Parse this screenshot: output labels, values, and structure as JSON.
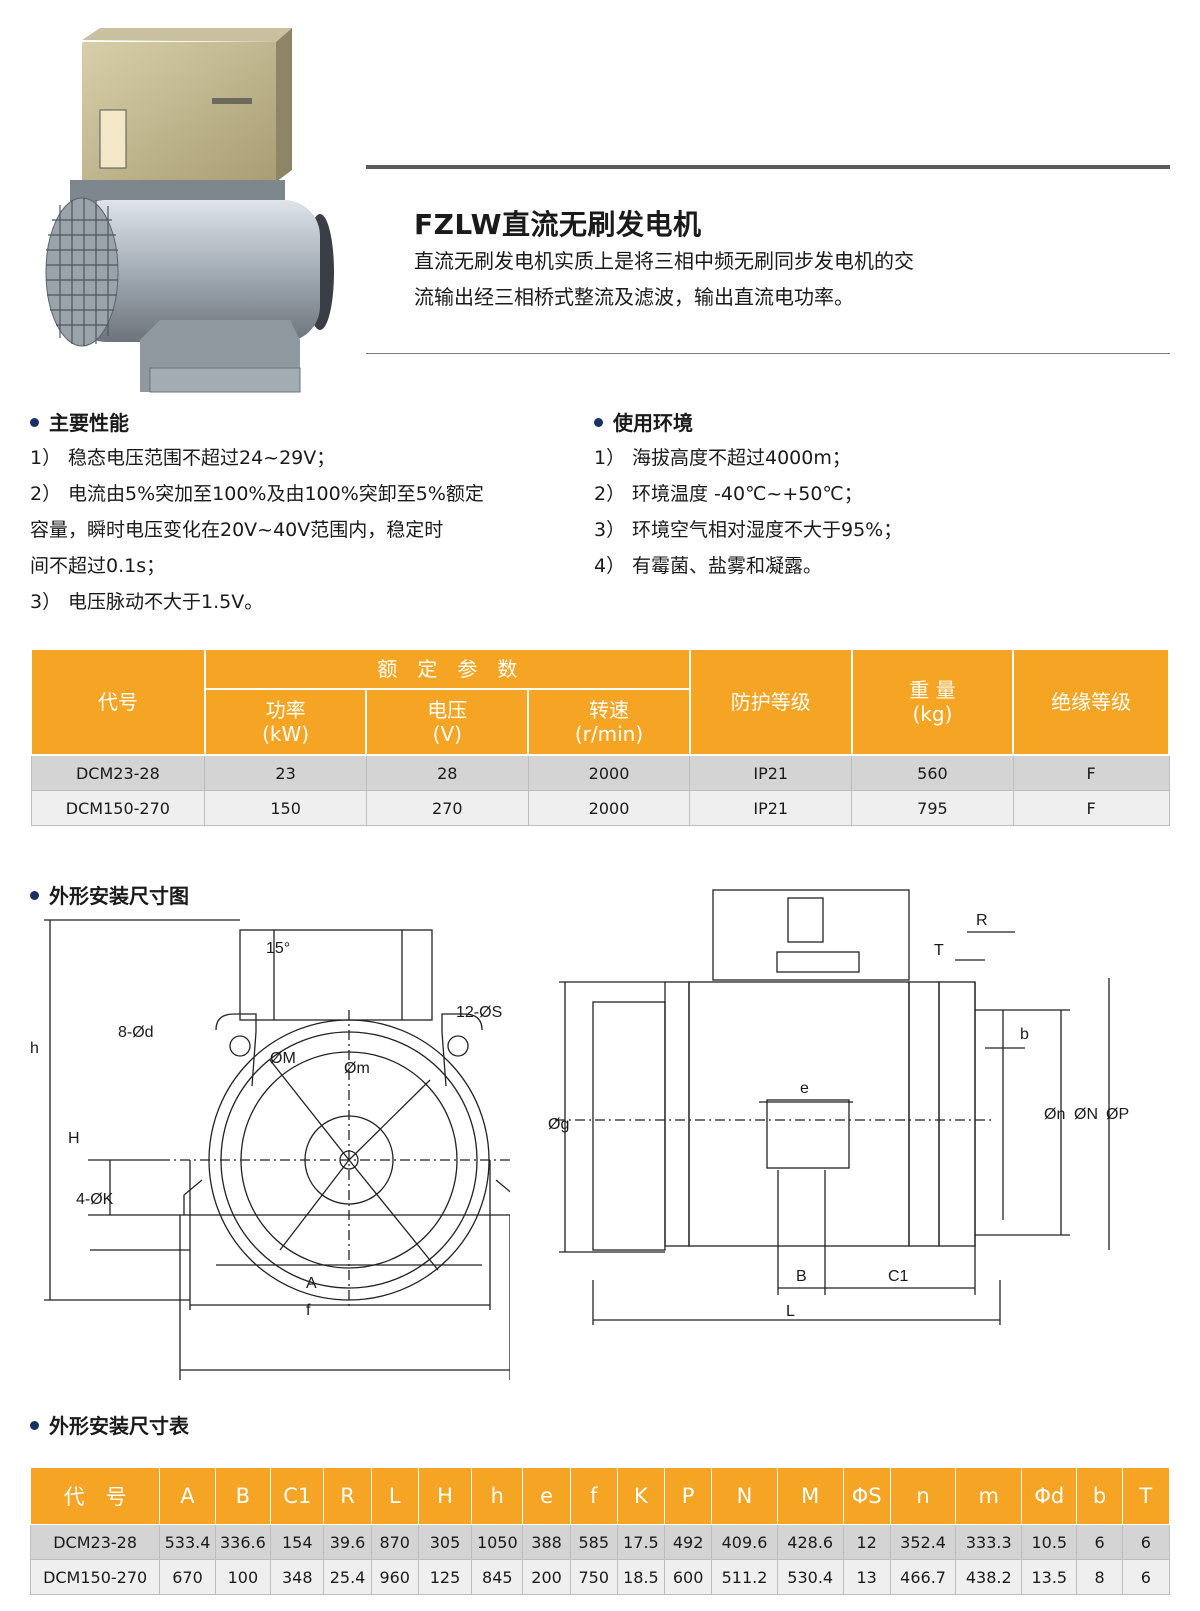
{
  "product": {
    "title": "FZLW直流无刷发电机",
    "desc_line1": "直流无刷发电机实质上是将三相中频无刷同步发电机的交",
    "desc_line2": "流输出经三相桥式整流及滤波，输出直流电功率。"
  },
  "performance": {
    "heading": "主要性能",
    "items": [
      {
        "num": "1）",
        "lines": [
          "稳态电压范围不超过24~29V；"
        ]
      },
      {
        "num": "2）",
        "lines": [
          "电流由5%突加至100%及由100%突卸至5%额定",
          "容量，瞬时电压变化在20V~40V范围内，稳定时",
          "间不超过0.1s；"
        ]
      },
      {
        "num": "3）",
        "lines": [
          "电压脉动不大于1.5V。"
        ]
      }
    ]
  },
  "environment": {
    "heading": "使用环境",
    "items": [
      {
        "num": "1）",
        "text": "海拔高度不超过4000m；"
      },
      {
        "num": "2）",
        "text": "环境温度 -40℃~+50℃；"
      },
      {
        "num": "3）",
        "text": "环境空气相对湿度不大于95%；"
      },
      {
        "num": "4）",
        "text": "有霉菌、盐雾和凝露。"
      }
    ]
  },
  "spec_table": {
    "code": "代号",
    "rated": "额　定　参　数",
    "power": "功率",
    "power_unit": "(kW)",
    "voltage": "电压",
    "voltage_unit": "(V)",
    "speed": "转速",
    "speed_unit": "(r/min)",
    "protection": "防护等级",
    "weight": "重 量",
    "weight_unit": "(kg)",
    "insulation": "绝缘等级",
    "rows": [
      [
        "DCM23-28",
        "23",
        "28",
        "2000",
        "IP21",
        "560",
        "F"
      ],
      [
        "DCM150-270",
        "150",
        "270",
        "2000",
        "IP21",
        "795",
        "F"
      ]
    ]
  },
  "drawing": {
    "heading": "外形安装尺寸图",
    "front_labels": {
      "angle": "15°",
      "d": "8-Ød",
      "s": "12-ØS",
      "M": "ØM",
      "m": "Øm",
      "h": "h",
      "H": "H",
      "K": "4-ØK",
      "A": "A",
      "f": "f"
    },
    "side_labels": {
      "R": "R",
      "T": "T",
      "b": "b",
      "g": "Øg",
      "e": "e",
      "n": "Øn",
      "N": "ØN",
      "P": "ØP",
      "B": "B",
      "C1": "C1",
      "L": "L"
    }
  },
  "dim_table": {
    "heading": "外形安装尺寸表",
    "headers": [
      "代　号",
      "A",
      "B",
      "C1",
      "R",
      "L",
      "H",
      "h",
      "e",
      "f",
      "K",
      "P",
      "N",
      "M",
      "ΦS",
      "n",
      "m",
      "Φd",
      "b",
      "T"
    ],
    "rows": [
      [
        "DCM23-28",
        "533.4",
        "336.6",
        "154",
        "39.6",
        "870",
        "305",
        "1050",
        "388",
        "585",
        "17.5",
        "492",
        "409.6",
        "428.6",
        "12",
        "352.4",
        "333.3",
        "10.5",
        "6",
        "6"
      ],
      [
        "DCM150-270",
        "670",
        "100",
        "348",
        "25.4",
        "960",
        "125",
        "845",
        "200",
        "750",
        "18.5",
        "600",
        "511.2",
        "530.4",
        "13",
        "466.7",
        "438.2",
        "13.5",
        "8",
        "6"
      ]
    ]
  }
}
